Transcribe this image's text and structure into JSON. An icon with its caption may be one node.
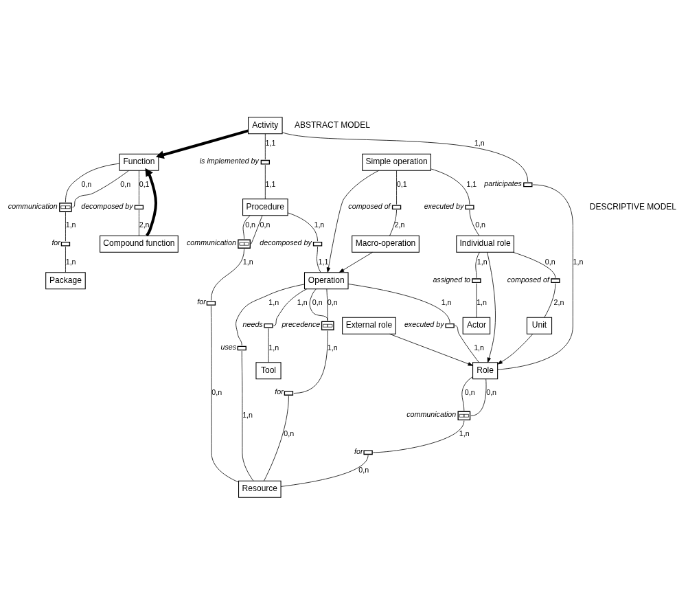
{
  "diagram": {
    "nodes": [
      {
        "text": [],
        "shape": "box",
        "beside": [
          "communication"
        ]
      },
      {
        "text": [],
        "shape": "box",
        "beside": [
          "for"
        ]
      },
      {
        "text": [
          "Package"
        ]
      },
      {
        "text": [
          "Function"
        ]
      },
      {
        "text": [],
        "shape": "box",
        "beside": [
          "decomposed by"
        ]
      },
      {
        "text": [
          "Compound function"
        ]
      },
      {
        "text": [
          "Activity"
        ]
      },
      {
        "text": [],
        "shape": "box",
        "beside": [
          "is implemented by"
        ]
      },
      {
        "text": [
          "Procedure"
        ]
      },
      {
        "text": [],
        "shape": "box",
        "beside": [
          "participates"
        ]
      },
      {
        "text": [],
        "shape": "box",
        "beside": [
          "communication"
        ]
      },
      {
        "text": [],
        "shape": "box",
        "beside": [
          "decomposed by"
        ]
      },
      {
        "text": [],
        "shape": "box",
        "beside": [
          "for"
        ]
      },
      {
        "text": [
          "Simple operation"
        ]
      },
      {
        "text": [],
        "shape": "box",
        "beside": [
          "composed of"
        ]
      },
      {
        "text": [
          "Operation"
        ]
      },
      {
        "text": [],
        "shape": "box",
        "beside": [
          "uses"
        ]
      },
      {
        "text": [
          "Resource"
        ]
      },
      {
        "text": [
          "Macro-operation"
        ]
      },
      {
        "text": [],
        "shape": "box",
        "beside": [
          "needs"
        ]
      },
      {
        "text": [],
        "shape": "box",
        "beside": [
          "executed by"
        ]
      },
      {
        "text": [],
        "shape": "box",
        "beside": [
          "precedence"
        ]
      },
      {
        "text": [],
        "shape": "box",
        "beside": [
          "for"
        ]
      },
      {
        "text": [
          "Tool"
        ]
      },
      {
        "text": [],
        "shape": "box",
        "beside": [
          "executed by"
        ]
      },
      {
        "text": [
          "Role"
        ]
      },
      {
        "text": [],
        "shape": "box",
        "beside": [
          "communication"
        ]
      },
      {
        "text": [],
        "shape": "box",
        "beside": [
          "for"
        ]
      },
      {
        "text": [],
        "shape": "box",
        "beside": [
          "assigned to"
        ]
      },
      {
        "text": [
          "Actor"
        ]
      },
      {
        "text": [
          "Individual role"
        ]
      },
      {
        "text": [
          "Unit"
        ]
      },
      {
        "text": [
          "External role"
        ]
      },
      {
        "text": [],
        "shape": "box",
        "beside": [
          "composed of"
        ]
      }
    ],
    "edges": [
      {
        "from": 3,
        "to": 0,
        "arrow": "none",
        "label": "0,n"
      },
      {
        "from": 3,
        "to": 0,
        "arrow": "none",
        "label": "0,n"
      },
      {
        "from": 0,
        "to": 1,
        "arrow": "none",
        "label": "1,n"
      },
      {
        "from": 1,
        "to": 2,
        "arrow": "none",
        "label": "1,n"
      },
      {
        "from": 3,
        "to": 4,
        "arrow": "none",
        "label": "0,1"
      },
      {
        "from": 4,
        "to": 5,
        "arrow": "none",
        "label": "2,n"
      },
      {
        "from": 5,
        "to": 3,
        "arrow": "to",
        "style": "thick"
      },
      {
        "from": 6,
        "to": 3,
        "arrow": "to",
        "style": "thick"
      },
      {
        "from": 6,
        "to": 7,
        "arrow": "none",
        "label": "1,1"
      },
      {
        "from": 7,
        "to": 8,
        "arrow": "none",
        "label": "1,1"
      },
      {
        "from": 6,
        "to": 9,
        "arrow": "none",
        "label": "1,n"
      },
      {
        "from": 9,
        "to": 25,
        "arrow": "none",
        "label": "1,n"
      },
      {
        "from": 8,
        "to": 10,
        "arrow": "none",
        "label": "0,n"
      },
      {
        "from": 8,
        "to": 10,
        "arrow": "none",
        "label": "0,n"
      },
      {
        "from": 10,
        "to": 12,
        "arrow": "none",
        "label": "1,n"
      },
      {
        "from": 12,
        "to": 17,
        "arrow": "none",
        "label": "0,n"
      },
      {
        "from": 8,
        "to": 11,
        "arrow": "none",
        "label": "1,n"
      },
      {
        "from": 11,
        "to": 15,
        "arrow": "none",
        "label": "1,1"
      },
      {
        "from": 13,
        "to": 14,
        "arrow": "none",
        "label": "0,1"
      },
      {
        "from": 14,
        "to": 18,
        "arrow": "none",
        "label": "2,n"
      },
      {
        "from": 13,
        "to": 15,
        "arrow": "to"
      },
      {
        "from": 18,
        "to": 15,
        "arrow": "to"
      },
      {
        "from": 15,
        "to": 16,
        "arrow": "none",
        "label": "1,n"
      },
      {
        "from": 16,
        "to": 17,
        "arrow": "none",
        "label": "1,n"
      },
      {
        "from": 15,
        "to": 19,
        "arrow": "none",
        "label": "1,n"
      },
      {
        "from": 19,
        "to": 23,
        "arrow": "none",
        "label": "1,n"
      },
      {
        "from": 15,
        "to": 20,
        "arrow": "none",
        "label": "1,n"
      },
      {
        "from": 20,
        "to": 25,
        "arrow": "none",
        "label": "1,n"
      },
      {
        "from": 15,
        "to": 21,
        "arrow": "none",
        "label": "0,n"
      },
      {
        "from": 15,
        "to": 21,
        "arrow": "none",
        "label": "0,n"
      },
      {
        "from": 21,
        "to": 22,
        "arrow": "none",
        "label": "1,n"
      },
      {
        "from": 22,
        "to": 17,
        "arrow": "none",
        "label": "0,n"
      },
      {
        "from": 13,
        "to": 24,
        "arrow": "none",
        "label": "1,1"
      },
      {
        "from": 24,
        "to": 30,
        "arrow": "none",
        "label": "0,n"
      },
      {
        "from": 25,
        "to": 26,
        "arrow": "none",
        "label": "0,n"
      },
      {
        "from": 25,
        "to": 26,
        "arrow": "none",
        "label": "0,n"
      },
      {
        "from": 26,
        "to": 27,
        "arrow": "none",
        "label": "1,n"
      },
      {
        "from": 27,
        "to": 17,
        "arrow": "none",
        "label": "0,n"
      },
      {
        "from": 30,
        "to": 28,
        "arrow": "none",
        "label": "1,n"
      },
      {
        "from": 28,
        "to": 29,
        "arrow": "none",
        "label": "1,n"
      },
      {
        "from": 30,
        "to": 33,
        "arrow": "none",
        "label": "0,n"
      },
      {
        "from": 33,
        "to": 31,
        "arrow": "none",
        "label": "2,n"
      },
      {
        "from": 30,
        "to": 25,
        "arrow": "to"
      },
      {
        "from": 31,
        "to": 25,
        "arrow": "to"
      },
      {
        "from": 32,
        "to": 25,
        "arrow": "to"
      }
    ],
    "labels": [
      "ABSTRACT MODEL",
      "DESCRIPTIVE MODEL"
    ]
  }
}
